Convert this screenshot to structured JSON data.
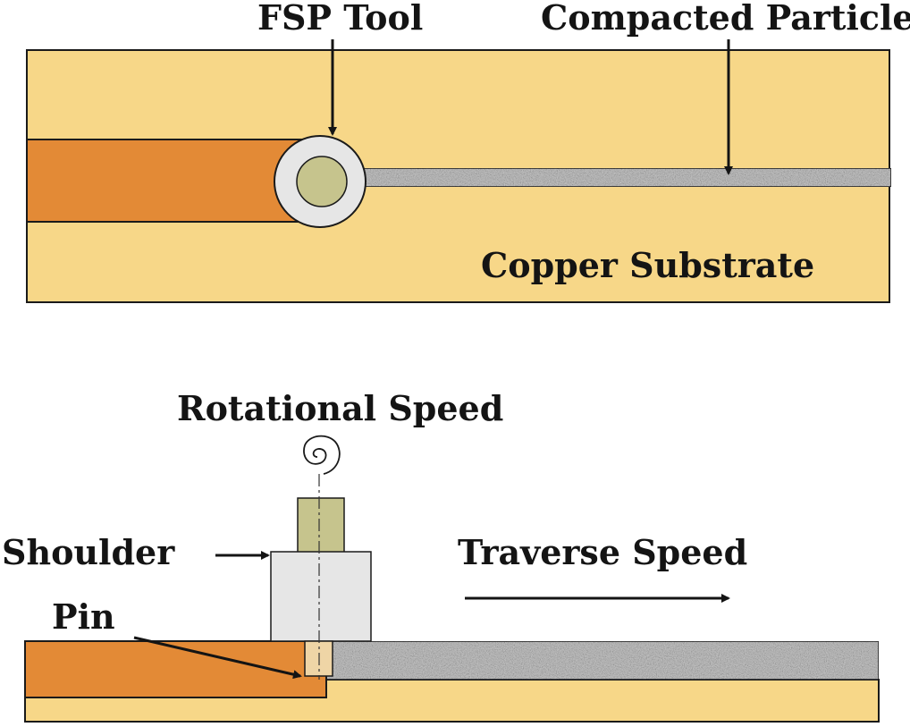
{
  "labels": {
    "fsp_tool": "FSP Tool",
    "compacted_particle": "Compacted Particle",
    "copper_substrate": "Copper Substrate",
    "rotational_speed": "Rotational Speed",
    "shoulder": "Shoulder",
    "pin": "Pin",
    "traverse_speed": "Traverse Speed"
  },
  "colors": {
    "substrate": "#f7d788",
    "processed_zone": "#e38a36",
    "particle_strip": "#c8c8c8",
    "tool_shoulder": "#e6e6e6",
    "tool_pin": "#c6c48d",
    "pin_tip": "#efd5a6",
    "outline": "#1a1a1a"
  }
}
